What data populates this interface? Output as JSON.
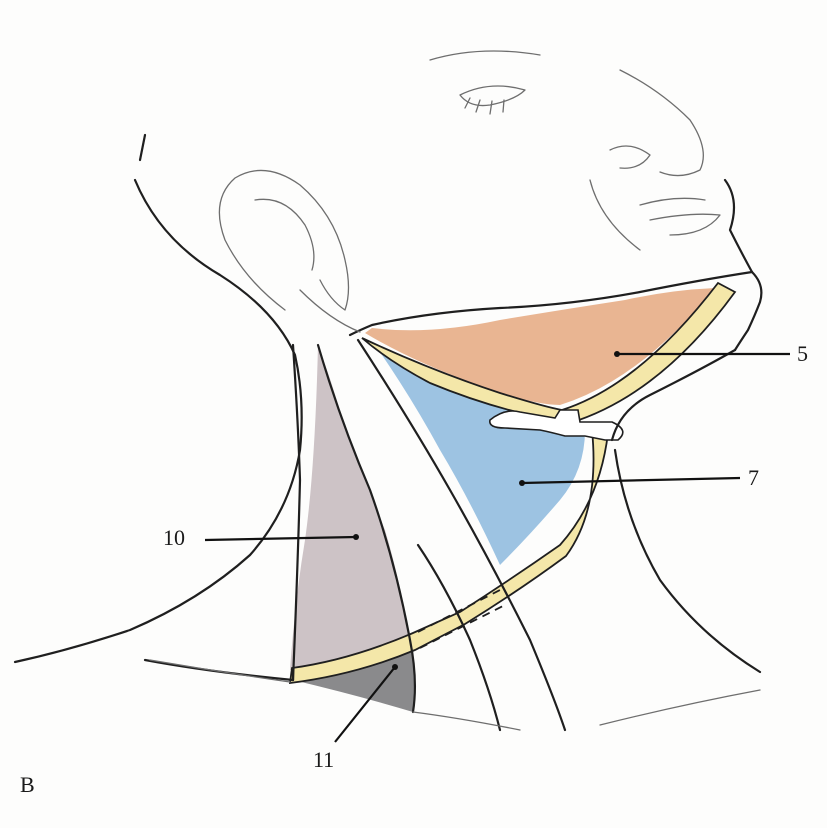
{
  "figure": {
    "panel_letter": "B",
    "labels": {
      "submandibular": "5",
      "carotid": "7",
      "posterior": "10",
      "subclavian": "11"
    }
  },
  "colors": {
    "submandibular_fill": "#e9b592",
    "carotid_fill": "#9dc3e2",
    "posterior_fill": "#cdc3c6",
    "subclavian_fill": "#8a8a8c",
    "muscle_band": "#f4e7a9",
    "outline": "#1f1f1f"
  }
}
